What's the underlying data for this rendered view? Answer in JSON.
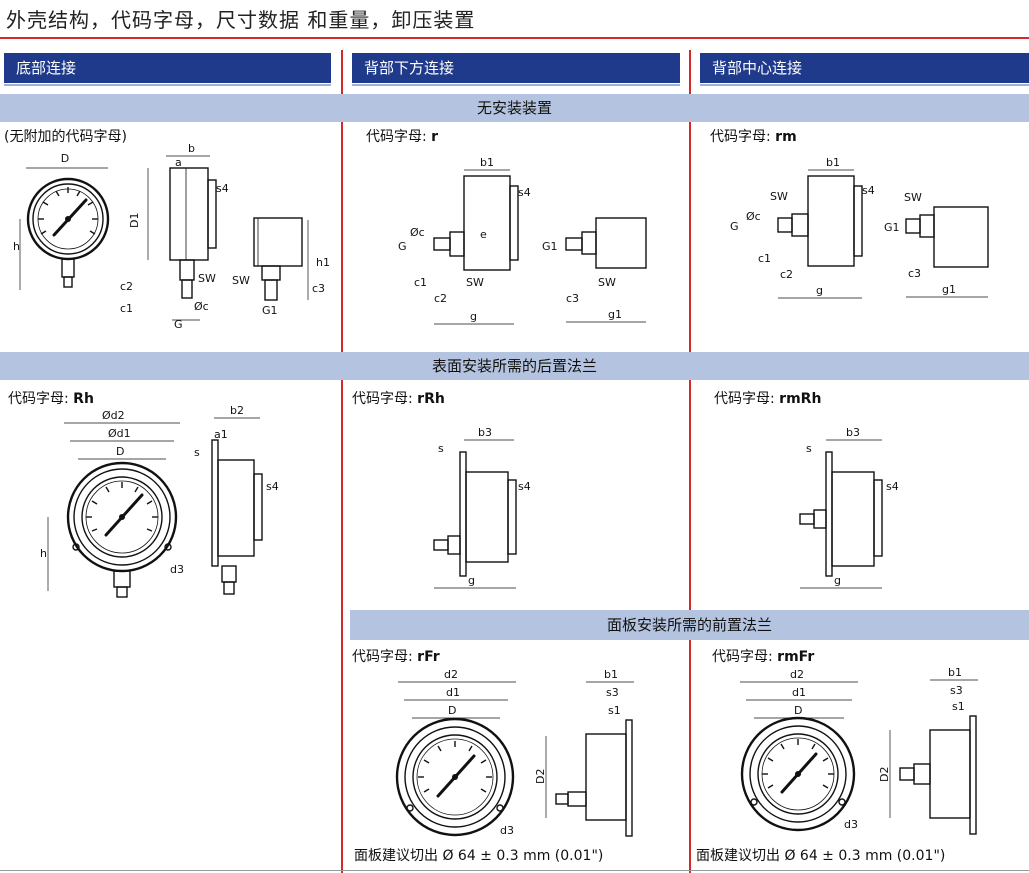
{
  "title": "外壳结构，代码字母，尺寸数据 和重量，卸压装置",
  "columns": {
    "bottom": "底部连接",
    "back_lower": "背部下方连接",
    "back_center": "背部中心连接"
  },
  "sections": {
    "no_mount": "无安装装置",
    "rear_flange": "表面安装所需的后置法兰",
    "front_flange": "面板安装所需的前置法兰"
  },
  "codes": {
    "none": "(无附加的代码字母)",
    "prefix": "代码字母",
    "r": "r",
    "rm": "rm",
    "Rh": "Rh",
    "rRh": "rRh",
    "rmRh": "rmRh",
    "rFr": "rFr",
    "rmFr": "rmFr"
  },
  "panel_cutout": "面板建议切出 Ø 64 ± 0.3 mm (0.01\")",
  "dimension_labels": {
    "D": "D",
    "D1": "D1",
    "D2": "D2",
    "h": "h",
    "h1": "h1",
    "a": "a",
    "a1": "a1",
    "b": "b",
    "b1": "b1",
    "b2": "b2",
    "b3": "b3",
    "s": "s",
    "s1": "s1",
    "s3": "s3",
    "s4": "s4",
    "c1": "c1",
    "c2": "c2",
    "c3": "c3",
    "e": "e",
    "G": "G",
    "G1": "G1",
    "SW": "SW",
    "oc": "Øc",
    "g": "g",
    "g1": "g1",
    "d1": "d1",
    "d2": "d2",
    "d3": "d3",
    "od1": "Ød1",
    "od2": "Ød2"
  }
}
